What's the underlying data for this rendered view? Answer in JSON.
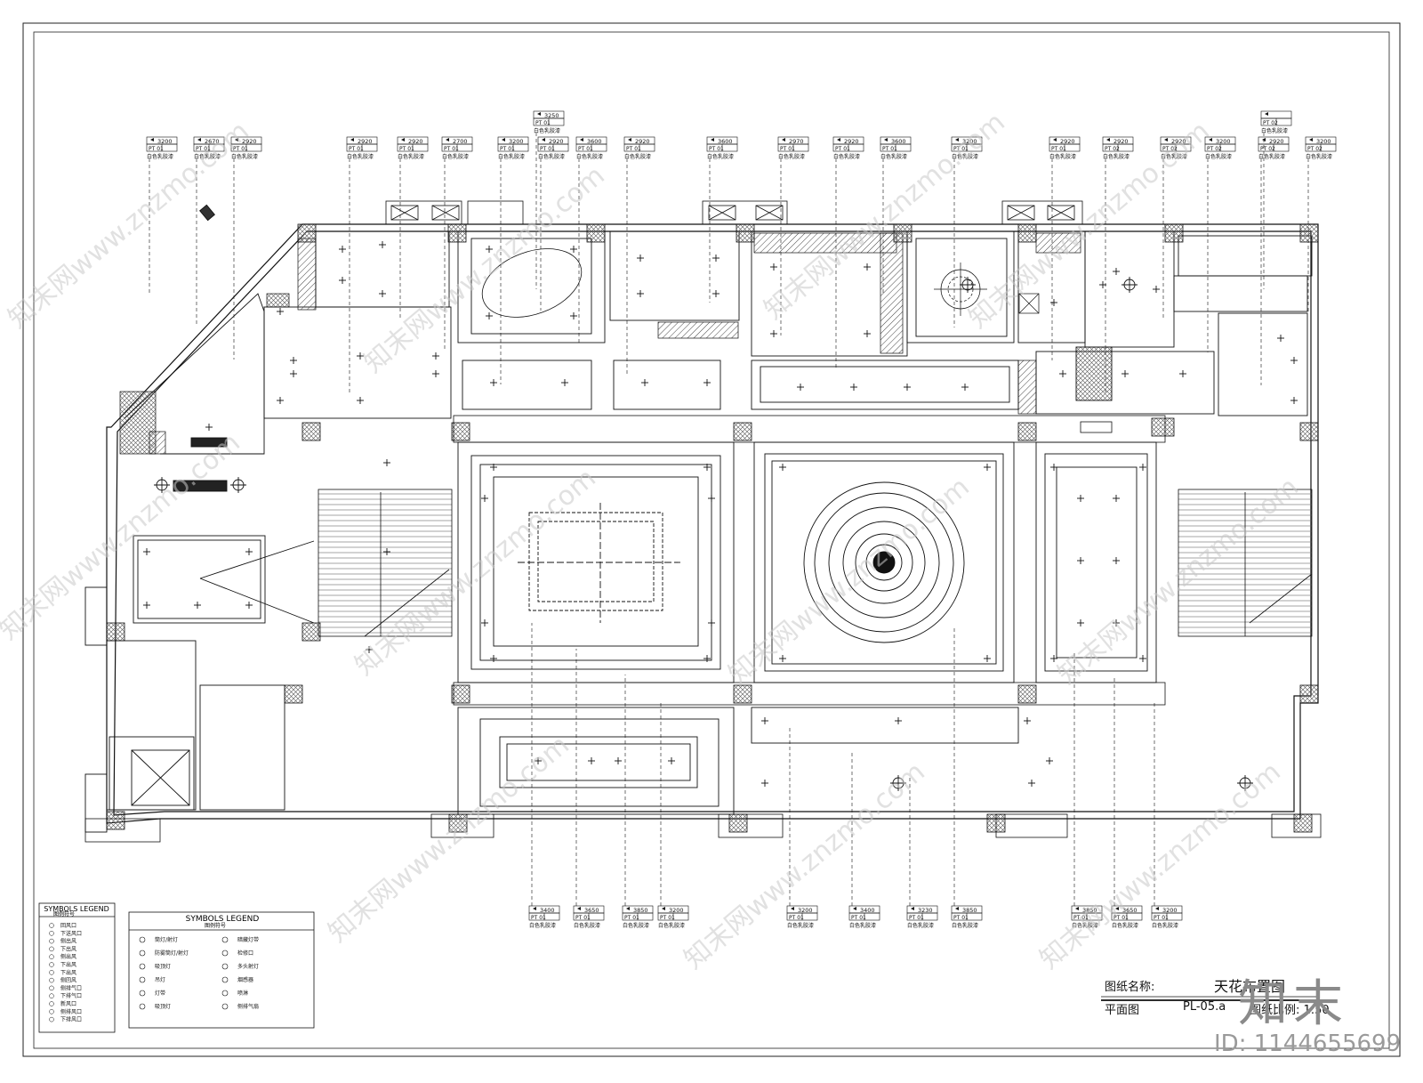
{
  "title_block": {
    "name_label": "图纸名称:",
    "name_value": "天花布置图",
    "plan_label": "平面图",
    "code": "PL-05.a",
    "scale_label": "图纸比例: 1:50"
  },
  "legend_small": {
    "title_en": "SYMBOLS LEGEND",
    "title_cn": "图例符号",
    "items": [
      "回风口",
      "下送风口",
      "侧出风",
      "下出风",
      "侧出风",
      "下出风",
      "下出风",
      "侧回风",
      "侧排气口",
      "下排气口",
      "新风口",
      "侧排风口",
      "下排风口"
    ]
  },
  "legend_large": {
    "title_en": "SYMBOLS LEGEND",
    "title_cn": "图例符号",
    "items": [
      "筒灯/射灯",
      "防雾筒灯/射灯",
      "吸顶灯",
      "吊灯",
      "灯带",
      "吸顶灯",
      "暗藏灯带",
      "检修口",
      "多头射灯",
      "烟感器",
      "喷淋",
      "侧排气扇"
    ]
  },
  "top_tags": [
    {
      "h": "3200",
      "pt": "PT 01",
      "note": "白色乳胶漆"
    },
    {
      "h": "2670",
      "pt": "PT 01",
      "note": "白色乳胶漆"
    },
    {
      "h": "2920",
      "pt": "PT 01",
      "note": "白色乳胶漆"
    },
    {
      "h": "2920",
      "pt": "PT 01",
      "note": "白色乳胶漆"
    },
    {
      "h": "2920",
      "pt": "PT 01",
      "note": "白色乳胶漆"
    },
    {
      "h": "2700",
      "pt": "PT 01",
      "note": "白色乳胶漆"
    },
    {
      "h": "3200",
      "pt": "PT 01",
      "note": "白色乳胶漆"
    },
    {
      "h": "2920",
      "pt": "PT 01",
      "note": "白色乳胶漆"
    },
    {
      "h": "3600",
      "pt": "PT 01",
      "note": "白色乳胶漆"
    },
    {
      "h": "2920",
      "pt": "PT 01",
      "note": "白色乳胶漆"
    },
    {
      "h": "3600",
      "pt": "PT 01",
      "note": "白色乳胶漆"
    },
    {
      "h": "2970",
      "pt": "PT 01",
      "note": "白色乳胶漆"
    },
    {
      "h": "2920",
      "pt": "PT 01",
      "note": "白色乳胶漆"
    },
    {
      "h": "3600",
      "pt": "PT 01",
      "note": "白色乳胶漆"
    },
    {
      "h": "3200",
      "pt": "PT 01",
      "note": "白色乳胶漆"
    },
    {
      "h": "2920",
      "pt": "PT 01",
      "note": "白色乳胶漆"
    },
    {
      "h": "2920",
      "pt": "PT 02",
      "note": "白色乳胶漆"
    },
    {
      "h": "2920",
      "pt": "PT 02",
      "note": "白色乳胶漆"
    },
    {
      "h": "3200",
      "pt": "PT 02",
      "note": "白色乳胶漆"
    },
    {
      "h": "2920",
      "pt": "PT 02",
      "note": "白色乳胶漆"
    },
    {
      "h": "3200",
      "pt": "PT 02",
      "note": "白色乳胶漆"
    }
  ],
  "top_tags_raised": [
    {
      "h": "3250",
      "pt": "PT 01",
      "note": "白色乳胶漆"
    },
    {
      "h": "",
      "pt": "PT 02",
      "note": "白色乳胶漆"
    }
  ],
  "bottom_tags": [
    {
      "h": "3400",
      "pt": "PT 01",
      "note": "白色乳胶漆"
    },
    {
      "h": "3650",
      "pt": "PT 01",
      "note": "白色乳胶漆"
    },
    {
      "h": "3850",
      "pt": "PT 01",
      "note": "白色乳胶漆"
    },
    {
      "h": "3200",
      "pt": "PT 01",
      "note": "白色乳胶漆"
    },
    {
      "h": "3200",
      "pt": "PT 01",
      "note": "白色乳胶漆"
    },
    {
      "h": "3400",
      "pt": "PT 01",
      "note": "白色乳胶漆"
    },
    {
      "h": "3230",
      "pt": "PT 01",
      "note": "白色乳胶漆"
    },
    {
      "h": "3850",
      "pt": "PT 01",
      "note": "白色乳胶漆"
    },
    {
      "h": "3850",
      "pt": "PT 01",
      "note": "白色乳胶漆"
    },
    {
      "h": "3650",
      "pt": "PT 01",
      "note": "白色乳胶漆"
    },
    {
      "h": "3200",
      "pt": "PT 01",
      "note": "白色乳胶漆"
    }
  ],
  "watermark": {
    "text": "知末网www.znzmo.com",
    "logo": "知末",
    "image_id": "ID: 1144655699"
  },
  "colors": {
    "line": "#111111",
    "hatch": "#555555",
    "watermark": "#c9c9c9"
  }
}
